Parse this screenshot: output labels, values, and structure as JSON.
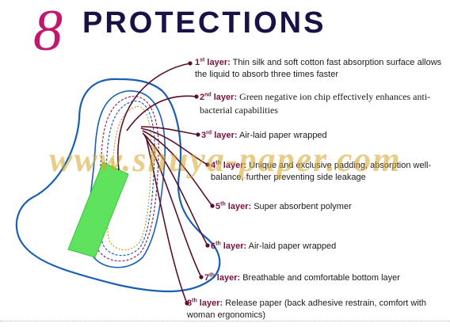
{
  "title": {
    "number": "8",
    "word": "PROTECTIONS"
  },
  "watermark": "www.shuya-paper.com",
  "colors": {
    "title_number": "#c2186b",
    "title_word": "#1a1246",
    "layer_heading": "#7a1040",
    "pad_outline": "#1a5fb4",
    "absorbent_core": "#5fe35f",
    "leader_line": "#5a0f2e",
    "watermark": "#d6a62a"
  },
  "layers": [
    {
      "n": "1",
      "ord": "st",
      "heading": "layer:",
      "text": "Thin silk and soft cotton fast absorption surface allows the liquid to absorb three times faster"
    },
    {
      "n": "2",
      "ord": "nd",
      "heading": "layer:",
      "text": "Green negative ion chip effectively enhances anti-bacterial capabilities"
    },
    {
      "n": "3",
      "ord": "rd",
      "heading": "layer:",
      "text": "Air-laid paper wrapped"
    },
    {
      "n": "4",
      "ord": "th",
      "heading": "layer:",
      "text": "Unique and exclusive padding, absorption well-balance, further preventing side leakage"
    },
    {
      "n": "5",
      "ord": "th",
      "heading": "layer:",
      "text": "Super absorbent polymer"
    },
    {
      "n": "6",
      "ord": "th",
      "heading": "layer:",
      "text": "Air-laid paper wrapped"
    },
    {
      "n": "7",
      "ord": "th",
      "heading": "layer:",
      "text": "Breathable and comfortable bottom layer"
    },
    {
      "n": "8",
      "ord": "th",
      "heading": "layer:",
      "text": "Release paper (back adhesive restrain, comfort with woman ergonomics)"
    }
  ]
}
